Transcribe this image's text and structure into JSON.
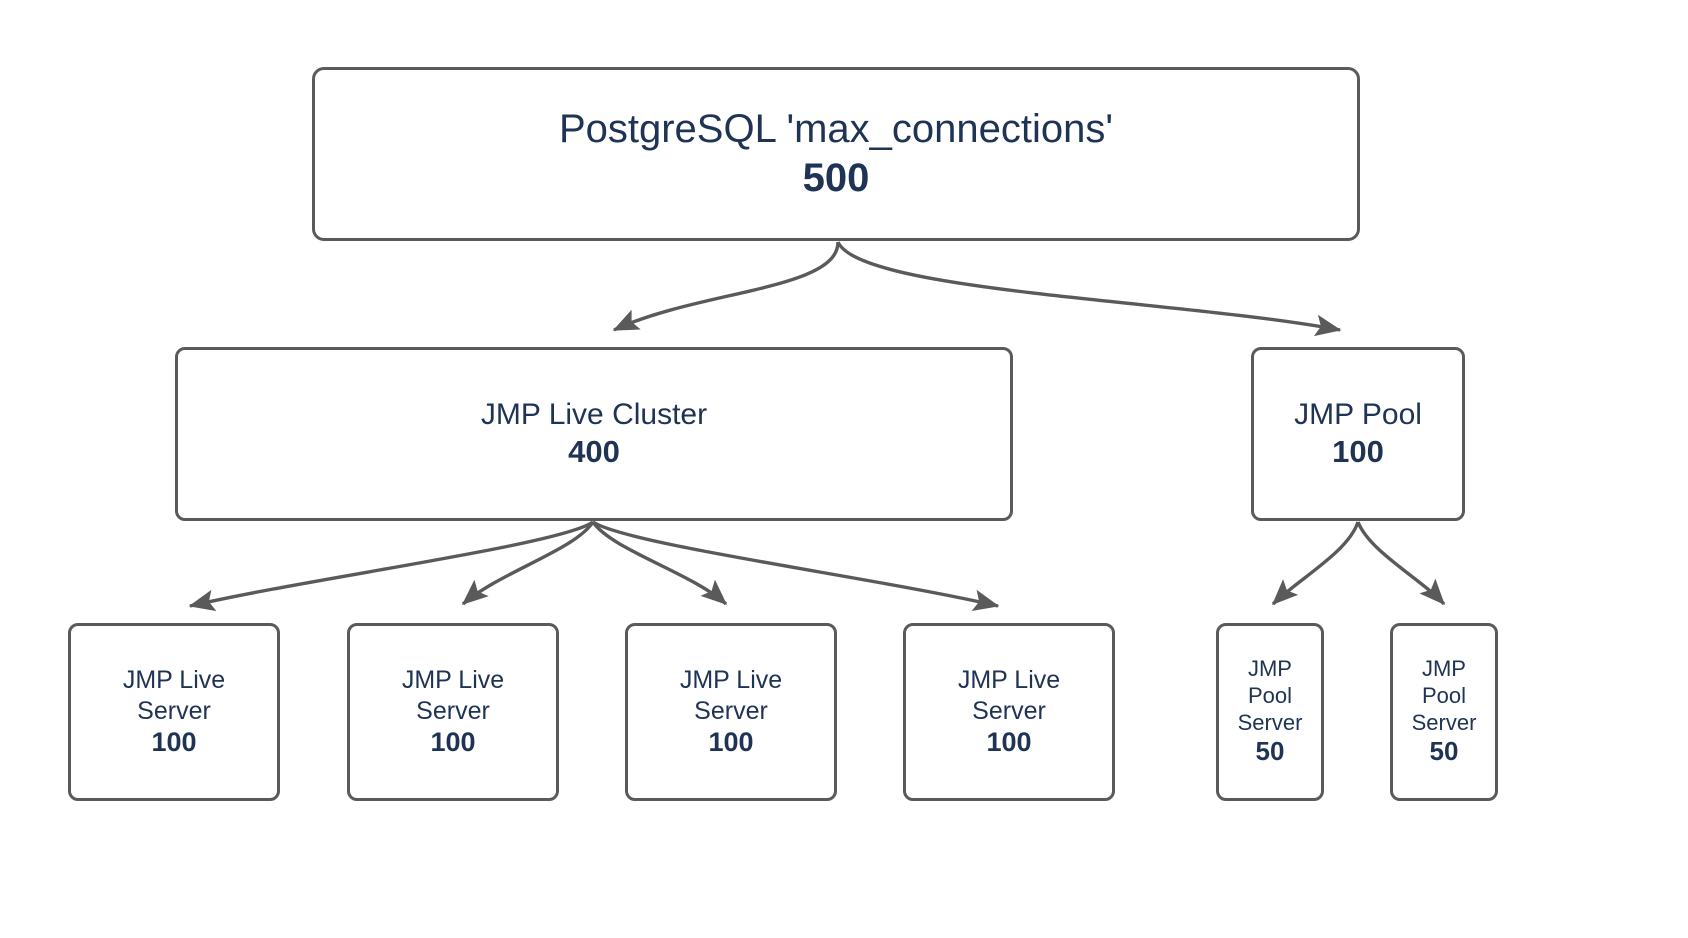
{
  "diagram": {
    "title": "PostgreSQL max_connections allocation tree",
    "colors": {
      "background": "#ffffff",
      "node_border": "#5a5a5a",
      "node_fill": "#ffffff",
      "text": "#1f3354",
      "edge": "#5a5a5a"
    },
    "nodes": {
      "root": {
        "label": "PostgreSQL 'max_connections'",
        "value": "500"
      },
      "live_cluster": {
        "label": "JMP Live Cluster",
        "value": "400"
      },
      "pool": {
        "label": "JMP Pool",
        "value": "100"
      },
      "live_servers": [
        {
          "label": "JMP Live\nServer",
          "value": "100"
        },
        {
          "label": "JMP Live\nServer",
          "value": "100"
        },
        {
          "label": "JMP Live\nServer",
          "value": "100"
        },
        {
          "label": "JMP Live\nServer",
          "value": "100"
        }
      ],
      "pool_servers": [
        {
          "label": "JMP\nPool\nServer",
          "value": "50"
        },
        {
          "label": "JMP\nPool\nServer",
          "value": "50"
        }
      ]
    },
    "edges": [
      {
        "from": "root",
        "to": "live_cluster"
      },
      {
        "from": "root",
        "to": "pool"
      },
      {
        "from": "live_cluster",
        "to": "live_server_1"
      },
      {
        "from": "live_cluster",
        "to": "live_server_2"
      },
      {
        "from": "live_cluster",
        "to": "live_server_3"
      },
      {
        "from": "live_cluster",
        "to": "live_server_4"
      },
      {
        "from": "pool",
        "to": "pool_server_1"
      },
      {
        "from": "pool",
        "to": "pool_server_2"
      }
    ]
  }
}
